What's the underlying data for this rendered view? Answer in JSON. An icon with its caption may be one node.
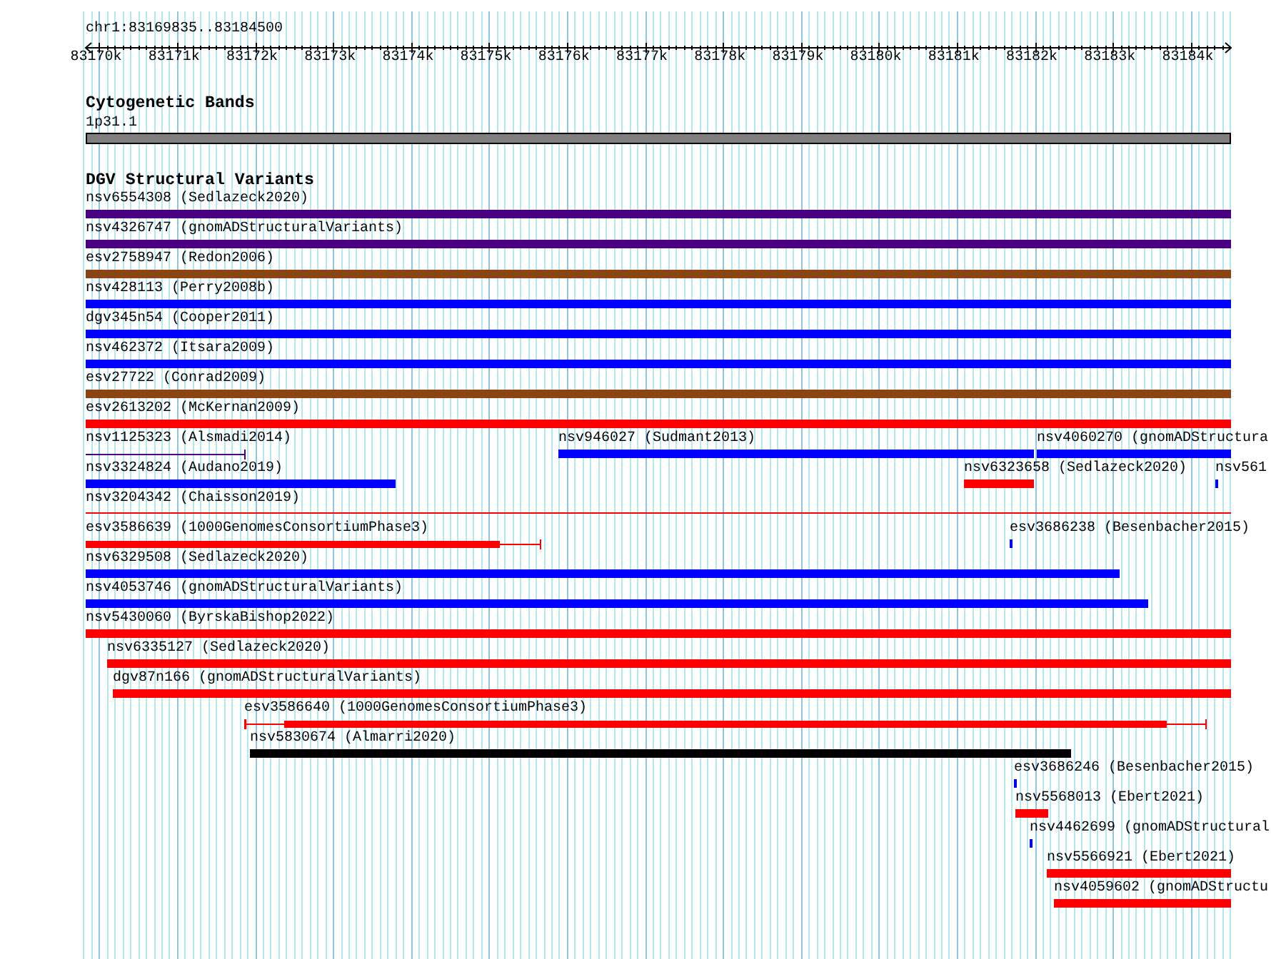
{
  "diagram": {
    "nodes": [
      {
        "text": [
          "1p31.1"
        ]
      },
      {
        "text": [
          "nsv6554308 (Sedlazeck2020)"
        ]
      },
      {
        "text": [
          "nsv4326747 (gnomADStructuralVariants)"
        ]
      },
      {
        "text": [
          "esv2758947 (Redon2006)"
        ]
      },
      {
        "text": [
          "nsv428113 (Perry2008b)"
        ]
      },
      {
        "text": [
          "dgv345n54 (Cooper2011)"
        ]
      },
      {
        "text": [
          "nsv462372 (Itsara2009)"
        ]
      },
      {
        "text": [
          "esv27722 (Conrad2009)"
        ]
      },
      {
        "text": [
          "esv2613202 (McKernan2009)"
        ]
      },
      {
        "text": [
          "nsv1125323 (Alsmadi2014)"
        ]
      },
      {
        "text": [
          "nsv946027 (Sudmant2013)"
        ]
      },
      {
        "text": [
          "nsv4060270 (gnomADStructura"
        ]
      },
      {
        "text": [
          "nsv3324824 (Audano2019)"
        ]
      },
      {
        "text": [
          "nsv6323658 (Sedlazeck2020)"
        ]
      },
      {
        "text": [
          "nsv561"
        ]
      },
      {
        "text": [
          "nsv3204342 (Chaisson2019)"
        ]
      },
      {
        "text": [
          "esv3586639 (1000GenomesConsortiumPhase3)"
        ]
      },
      {
        "text": [
          "esv3686238 (Besenbacher2015)"
        ]
      },
      {
        "text": [
          "nsv6329508 (Sedlazeck2020)"
        ]
      },
      {
        "text": [
          "nsv4053746 (gnomADStructuralVariants)"
        ]
      },
      {
        "text": [
          "nsv5430060 (ByrskaBishop2022)"
        ]
      },
      {
        "text": [
          "nsv6335127 (Sedlazeck2020)"
        ]
      },
      {
        "text": [
          "dgv87n166 (gnomADStructuralVariants)"
        ]
      },
      {
        "text": [
          "esv3586640 (1000GenomesConsortiumPhase3)"
        ]
      },
      {
        "text": [
          "nsv5830674 (Almarri2020)"
        ]
      },
      {
        "text": [
          "esv3686246 (Besenbacher2015)"
        ]
      },
      {
        "text": [
          "nsv5568013 (Ebert2021)"
        ]
      },
      {
        "text": [
          "nsv4462699 (gnomADStructural"
        ]
      },
      {
        "text": [
          "nsv5566921 (Ebert2021)"
        ]
      },
      {
        "text": [
          "nsv4059602 (gnomADStructu"
        ]
      }
    ],
    "labels": [
      "chr1:83169835..83184500",
      "83170k",
      "83171k",
      "83172k",
      "83173k",
      "83174k",
      "83175k",
      "83176k",
      "83177k",
      "83178k",
      "83179k",
      "83180k",
      "83181k",
      "83182k",
      "83183k",
      "83184k",
      "Cytogenetic Bands",
      "DGV Structural Variants"
    ]
  }
}
